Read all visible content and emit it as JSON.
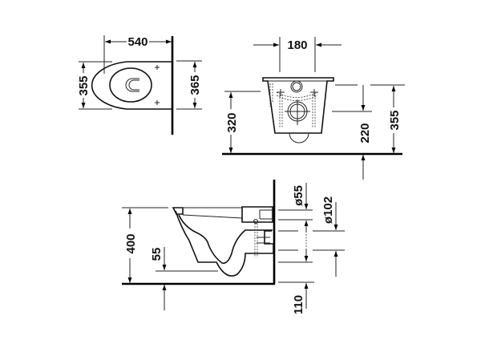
{
  "drawing": {
    "type": "technical-dimension-drawing",
    "subject": "wall-hung toilet",
    "units": "mm",
    "colors": {
      "line": "#000000",
      "background": "#ffffff"
    }
  },
  "views": {
    "plan": {
      "width": "540",
      "left_height": "355",
      "right_height": "365"
    },
    "front": {
      "fixing_spacing": "180",
      "rim_height_left": "320",
      "inlet_height": "220",
      "rim_height_right": "355"
    },
    "side": {
      "total_height": "400",
      "outlet_offset": "55",
      "inlet_diameter": "ø55",
      "outlet_diameter": "ø102",
      "floor_to_outlet": "110"
    }
  }
}
